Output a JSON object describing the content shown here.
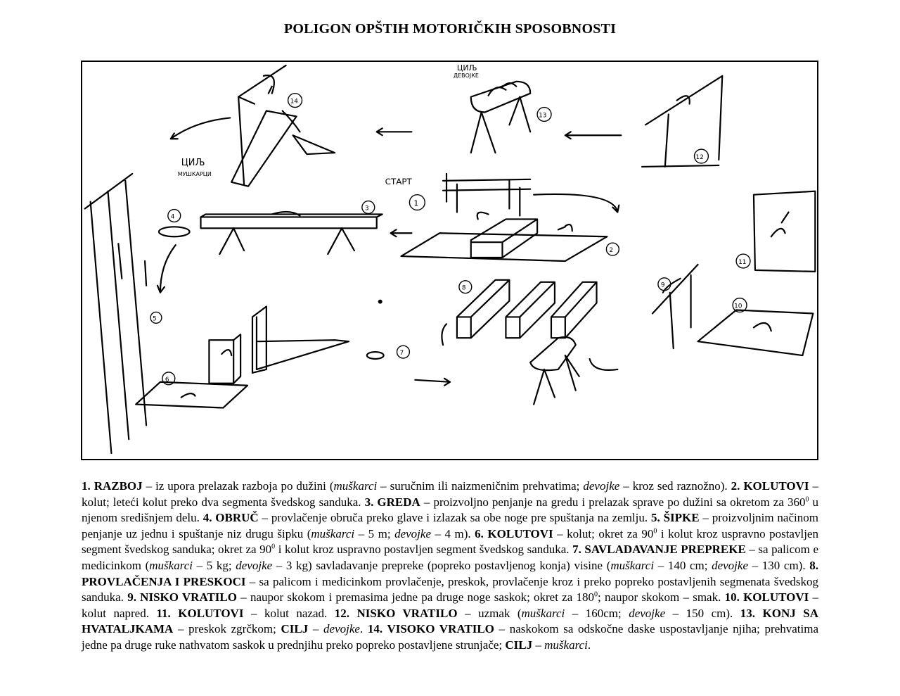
{
  "title": "POLIGON OPŠTIH MOTORIČKIH SPOSOBNOSTI",
  "figure": {
    "labels": {
      "start": "СТАРТ",
      "goal_girls": "ЦИЉ",
      "goal_girls_sub": "ДЕВОЈКЕ",
      "goal_boys": "ЦИЉ",
      "goal_boys_sub": "МУШКАРЦИ"
    },
    "stations": [
      "1",
      "2",
      "3",
      "4",
      "5",
      "6",
      "7",
      "8",
      "9",
      "10",
      "11",
      "12",
      "13",
      "14"
    ]
  },
  "description": {
    "s1": {
      "head": "1. RAZBOJ",
      "t1": " – iz upora prelazak razboja po dužini (",
      "i1": "muškarci",
      "t2": " – suručnim ili naizmeničnim prehvatima; ",
      "i2": "devojke",
      "t3": " – kroz sed raznožno). "
    },
    "s2": {
      "head": "2. KOLUTOVI",
      "t1": " – kolut; leteći kolut preko dva segmenta švedskog sanduka. "
    },
    "s3": {
      "head": "3. GREDA",
      "t1": " – proizvoljno penjanje na gredu i prelazak sprave po dužini sa okretom za 360",
      "sup": "0",
      "t2": " u njenom središnjem delu. "
    },
    "s4": {
      "head": "4. OBRUČ",
      "t1": " – provlačenje obruča preko glave i izlazak sa obe noge pre spuštanja na zemlju. "
    },
    "s5": {
      "head": "5. ŠIPKE",
      "t1": " – proizvoljnim načinom penjanje uz jednu i spuštanje niz drugu šipku (",
      "i1": "muškarci",
      "t2": " – 5 m; ",
      "i2": "devojke",
      "t3": " – 4 m). "
    },
    "s6": {
      "head": "6. KOLUTOVI",
      "t1": " – kolut; okret za 90",
      "sup1": "0",
      "t2": " i kolut kroz uspravno postavljen segment švedskog sanduka; okret za 90",
      "sup2": "0",
      "t3": " i kolut kroz uspravno postavljen segment švedskog sanduka. "
    },
    "s7": {
      "head": "7. SAVLADAVANJE PREPREKE",
      "t1": " – sa palicom e medicinkom (",
      "i1": "muškarci",
      "t2": " – 5 kg; ",
      "i2": "devojke",
      "t3": " – 3 kg) savladavanje prepreke (popreko postavljenog konja) visine (",
      "i3": "muškarci",
      "t4": " – 140 cm; ",
      "i4": "devojke",
      "t5": " – 130 cm). "
    },
    "s8": {
      "head": "8. PROVLAČENJA I PRESKOCI",
      "t1": " – sa palicom i medicinkom provlačenje, preskok, provlačenje kroz i preko popreko postavljenih segmenata švedskog sanduka. "
    },
    "s9": {
      "head": "9. NISKO VRATILO",
      "t1": " – naupor skokom i premasima jedne pa druge noge saskok; okret za 180",
      "sup": "0",
      "t2": "; naupor skokom – smak. "
    },
    "s10": {
      "head": "10. KOLUTOVI",
      "t1": " – kolut napred. "
    },
    "s11": {
      "head": "11. KOLUTOVI",
      "t1": " – kolut nazad. "
    },
    "s12": {
      "head": "12. NISKO VRATILO",
      "t1": " – uzmak (",
      "i1": "muškarci",
      "t2": " – 160cm; ",
      "i2": "devojke",
      "t3": " – 150 cm). "
    },
    "s13": {
      "head": "13. KONJ SA HVATALJKAMA",
      "t1": " – preskok zgrčkom; ",
      "head2": "CILJ",
      "t2": " – ",
      "i1": "devojke",
      "t3": ". "
    },
    "s14": {
      "head": "14. VISOKO VRATILO",
      "t1": " – naskokom sa odskočne daske uspostavljanje njiha; prehvatima jedne pa druge ruke nathvatom saskok u prednjihu preko popreko postavljene strunjače; ",
      "head2": "CILJ",
      "t2": " – ",
      "i1": "muškarci",
      "t3": "."
    }
  }
}
